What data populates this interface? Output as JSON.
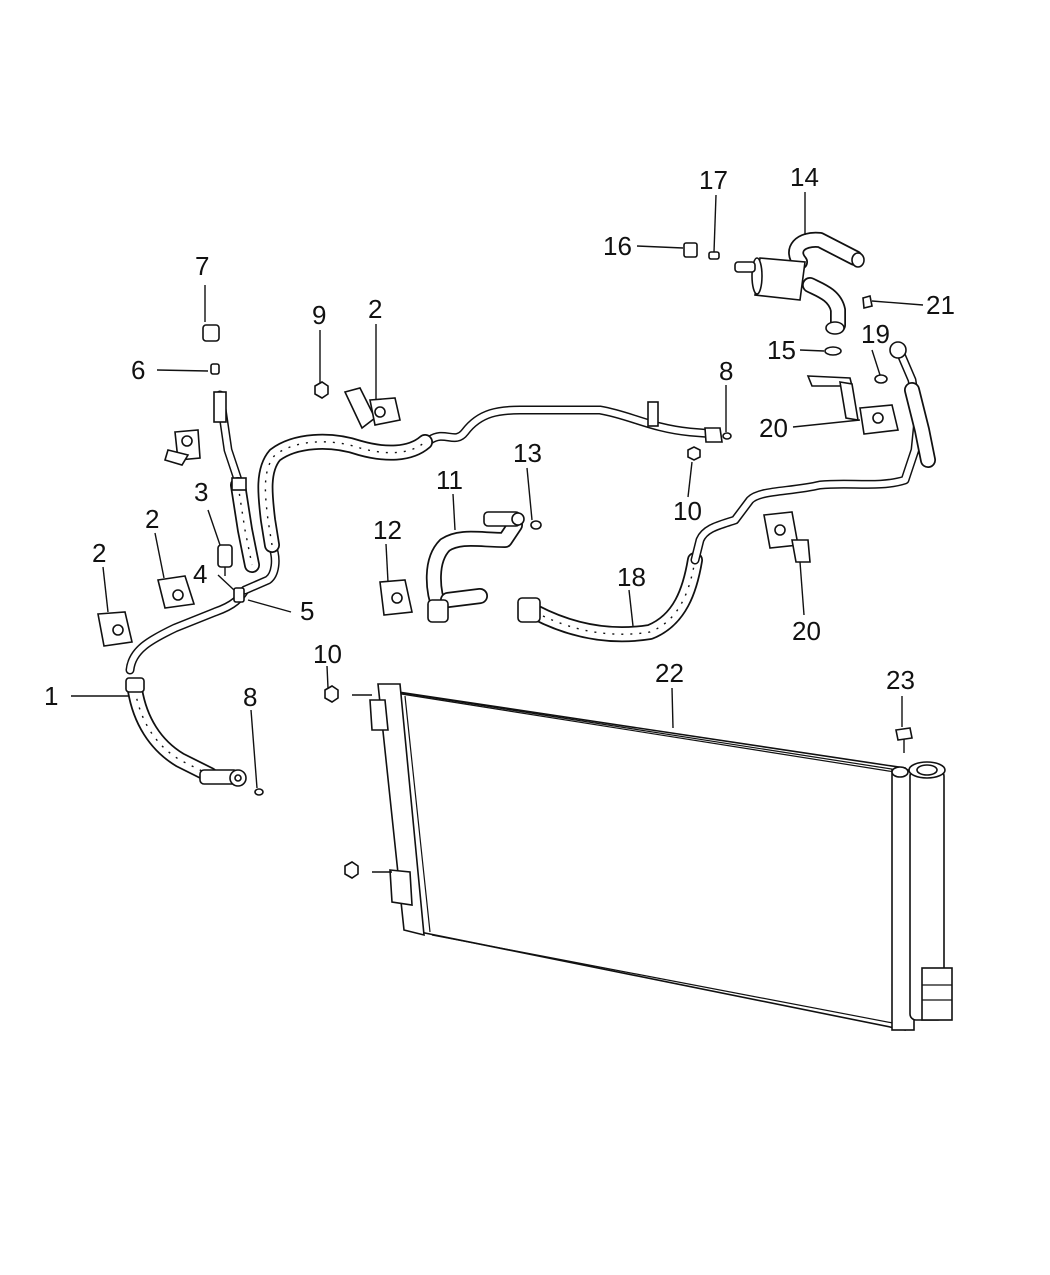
{
  "callouts": [
    {
      "id": "callout-1",
      "text": "1"
    },
    {
      "id": "callout-2a",
      "text": "2"
    },
    {
      "id": "callout-2b",
      "text": "2"
    },
    {
      "id": "callout-2c",
      "text": "2"
    },
    {
      "id": "callout-3",
      "text": "3"
    },
    {
      "id": "callout-4",
      "text": "4"
    },
    {
      "id": "callout-5",
      "text": "5"
    },
    {
      "id": "callout-6",
      "text": "6"
    },
    {
      "id": "callout-7",
      "text": "7"
    },
    {
      "id": "callout-8a",
      "text": "8"
    },
    {
      "id": "callout-8b",
      "text": "8"
    },
    {
      "id": "callout-9",
      "text": "9"
    },
    {
      "id": "callout-10a",
      "text": "10"
    },
    {
      "id": "callout-10b",
      "text": "10"
    },
    {
      "id": "callout-11",
      "text": "11"
    },
    {
      "id": "callout-12",
      "text": "12"
    },
    {
      "id": "callout-13",
      "text": "13"
    },
    {
      "id": "callout-14",
      "text": "14"
    },
    {
      "id": "callout-15",
      "text": "15"
    },
    {
      "id": "callout-16",
      "text": "16"
    },
    {
      "id": "callout-17",
      "text": "17"
    },
    {
      "id": "callout-18",
      "text": "18"
    },
    {
      "id": "callout-19",
      "text": "19"
    },
    {
      "id": "callout-20a",
      "text": "20"
    },
    {
      "id": "callout-20b",
      "text": "20"
    },
    {
      "id": "callout-21",
      "text": "21"
    },
    {
      "id": "callout-22",
      "text": "22"
    },
    {
      "id": "callout-23",
      "text": "23"
    }
  ]
}
